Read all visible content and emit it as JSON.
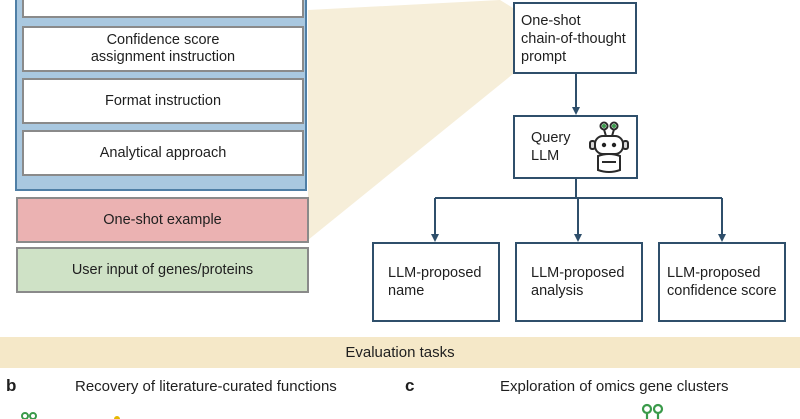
{
  "instructions": {
    "top_box_label": "",
    "confidence": "Confidence score\nassignment instruction",
    "format": "Format instruction",
    "analytical": "Analytical approach",
    "one_shot_example": "One-shot example",
    "user_input": "User input of genes/proteins"
  },
  "flow": {
    "prompt": "One-shot\nchain-of-thought\nprompt",
    "query": "Query\nLLM",
    "outputs": [
      "LLM-proposed\nname",
      "LLM-proposed\nanalysis",
      "LLM-proposed\nconfidence score"
    ]
  },
  "evaluation": {
    "band_label": "Evaluation tasks",
    "panel_b": {
      "letter": "b",
      "title": "Recovery of literature-curated functions"
    },
    "panel_c": {
      "letter": "c",
      "title": "Exploration of omics gene clusters"
    }
  },
  "colors": {
    "instruction_panel": "#a9c8e0",
    "example_fill": "#ebb2b2",
    "input_fill": "#cfe2c6",
    "evaluation_band": "#f5e8c8",
    "flow_border": "#2f4f6b",
    "robot_accent": "#3a9a4a"
  }
}
